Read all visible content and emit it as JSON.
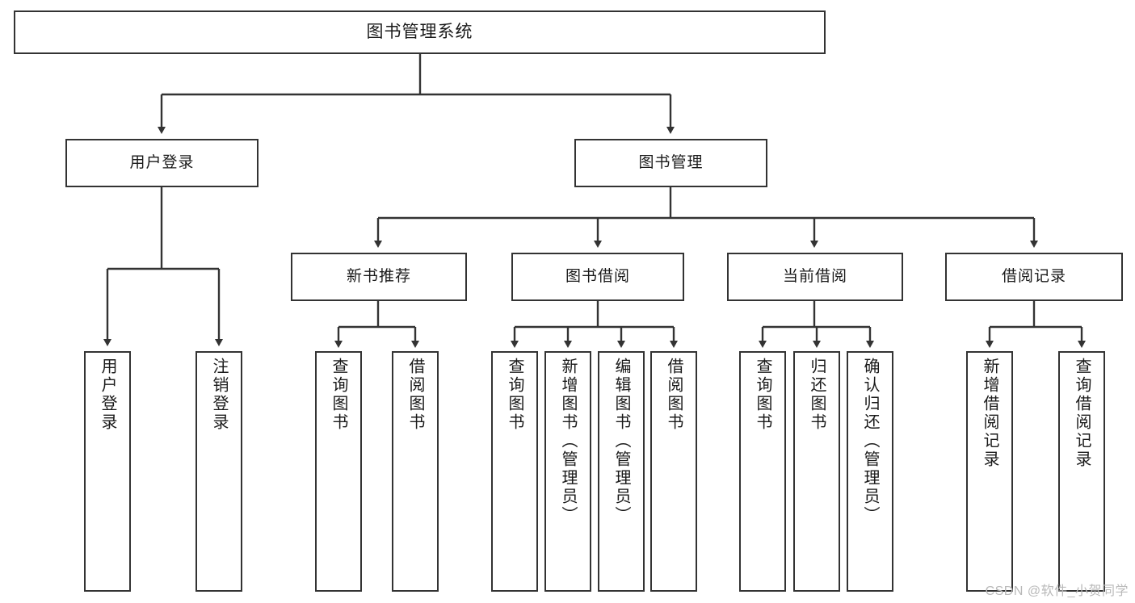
{
  "diagram": {
    "type": "tree",
    "title": "图书管理系统",
    "root": {
      "id": "root",
      "label": "图书管理系统"
    },
    "level1": [
      {
        "id": "user-login",
        "label": "用户登录"
      },
      {
        "id": "book-manage",
        "label": "图书管理"
      }
    ],
    "level2": [
      {
        "id": "new-book-rec",
        "label": "新书推荐",
        "parent": "book-manage"
      },
      {
        "id": "book-borrow",
        "label": "图书借阅",
        "parent": "book-manage"
      },
      {
        "id": "current-borrow",
        "label": "当前借阅",
        "parent": "book-manage"
      },
      {
        "id": "borrow-log",
        "label": "借阅记录",
        "parent": "book-manage"
      }
    ],
    "leaves": [
      {
        "id": "leaf-user-login",
        "label": "用户登录",
        "parent": "user-login"
      },
      {
        "id": "leaf-user-logout",
        "label": "注销登录",
        "parent": "user-login"
      },
      {
        "id": "leaf-query-book-1",
        "label": "查询图书",
        "parent": "new-book-rec"
      },
      {
        "id": "leaf-borrow-book-1",
        "label": "借阅图书",
        "parent": "new-book-rec"
      },
      {
        "id": "leaf-query-book-2",
        "label": "查询图书",
        "parent": "book-borrow"
      },
      {
        "id": "leaf-add-book",
        "label": "新增图书（管理员）",
        "parent": "book-borrow"
      },
      {
        "id": "leaf-edit-book",
        "label": "编辑图书（管理员）",
        "parent": "book-borrow"
      },
      {
        "id": "leaf-borrow-book-2",
        "label": "借阅图书",
        "parent": "book-borrow"
      },
      {
        "id": "leaf-query-book-3",
        "label": "查询图书",
        "parent": "current-borrow"
      },
      {
        "id": "leaf-return-book",
        "label": "归还图书",
        "parent": "current-borrow"
      },
      {
        "id": "leaf-confirm-return",
        "label": "确认归还（管理员）",
        "parent": "current-borrow"
      },
      {
        "id": "leaf-add-record",
        "label": "新增借阅记录",
        "parent": "borrow-log"
      },
      {
        "id": "leaf-query-record",
        "label": "查询借阅记录",
        "parent": "borrow-log"
      }
    ],
    "colors": {
      "border": "#333333",
      "box_fill": "#ffffff",
      "text": "#1a1a1a",
      "background": "#ffffff",
      "watermark": "#b9b9b9"
    }
  },
  "watermark": {
    "text": "CSDN @软件_小贺同学"
  }
}
